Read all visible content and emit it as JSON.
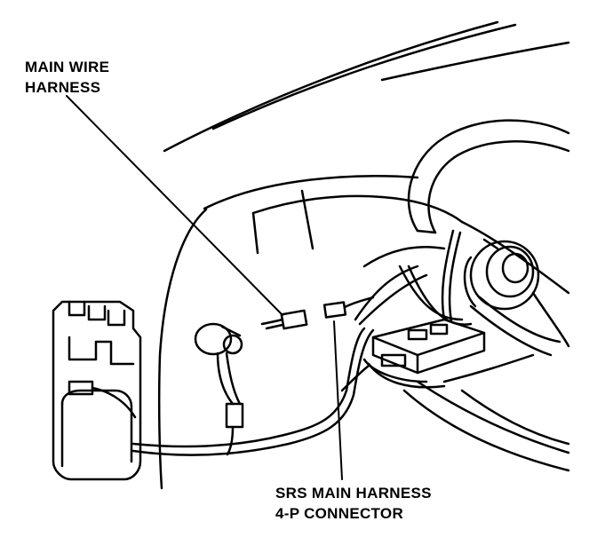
{
  "labels": {
    "main_wire_harness": {
      "line1": "MAIN WIRE",
      "line2": "HARNESS"
    },
    "srs_connector": {
      "line1": "SRS MAIN HARNESS",
      "line2": "4-P CONNECTOR"
    }
  },
  "colors": {
    "ink": "#000000",
    "paper": "#ffffff"
  }
}
